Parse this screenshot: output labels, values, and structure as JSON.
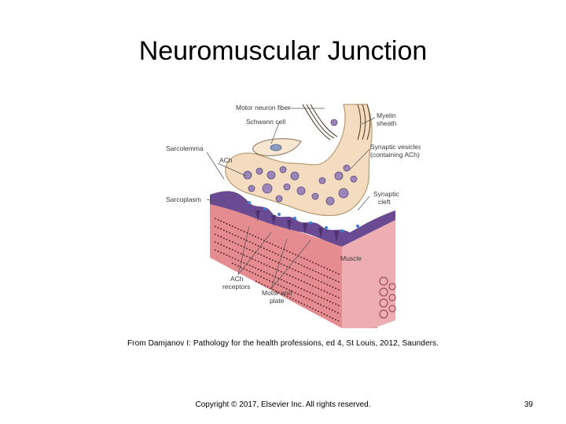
{
  "slide": {
    "title": "Neuromuscular Junction",
    "caption": "From Damjanov I: Pathology for the health professions, ed 4, St Louis, 2012, Saunders.",
    "copyright": "Copyright © 2017, Elsevier Inc. All rights reserved.",
    "page_number": "39"
  },
  "diagram": {
    "labels": {
      "motor_neuron_fiber": "Motor neuron fiber",
      "schwann_cell": "Schwann cell",
      "myelin_sheath_1": "Myelin",
      "myelin_sheath_2": "sheath",
      "sarcolemma": "Sarcolemma",
      "ach": "ACh",
      "synaptic_vesicles_1": "Synaptic vesicles",
      "synaptic_vesicles_2": "(containing ACh)",
      "sarcoplasm": "Sarcoplasm",
      "synaptic_cleft_1": "Synaptic",
      "synaptic_cleft_2": "cleft",
      "muscle": "Muscle",
      "ach_receptors_1": "ACh",
      "ach_receptors_2": "receptors",
      "motor_end_plate_1": "Motor end",
      "motor_end_plate_2": "plate"
    },
    "colors": {
      "neuron": "#f3dcc0",
      "vesicle": "#9c86b8",
      "muscle_front": "#e58c90",
      "muscle_side": "#e9a4a8",
      "end_plate": "#7a5aa0",
      "sarcoplasm": "#6a4a92"
    }
  }
}
